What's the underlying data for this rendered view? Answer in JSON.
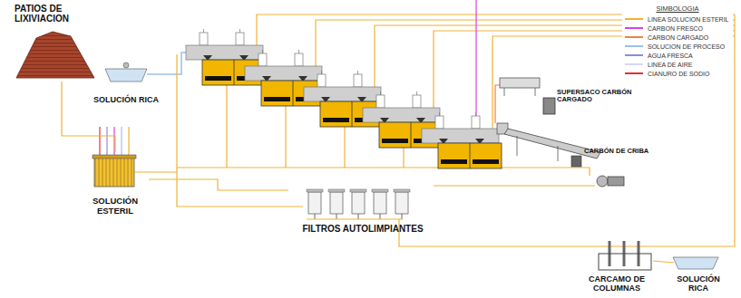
{
  "diagram": {
    "nodes": [
      {
        "text": [
          "PATIOS DE LIXIVIACION"
        ]
      },
      {
        "text": [
          "SOLUCIÓN RICA"
        ]
      },
      {
        "text": [
          "SOLUCIÓN ESTERIL"
        ]
      },
      {
        "text": [
          "FILTROS AUTOLIMPIANTES"
        ]
      },
      {
        "text": [
          "SUPERSACO CARBÓN CARGADO"
        ]
      },
      {
        "text": [
          "CARBÓN DE CRIBA"
        ]
      },
      {
        "text": [
          "CARCAMO DE COLUMNAS"
        ]
      },
      {
        "text": [
          "SOLUCIÓN RICA"
        ]
      }
    ],
    "edges": [
      {
        "from": 2,
        "to": 0,
        "arrow": "none"
      },
      {
        "from": 3,
        "to": 2,
        "arrow": "none"
      },
      {
        "from": 6,
        "to": 7,
        "arrow": "none"
      }
    ],
    "labels": [
      "SIMBOLOGIA"
    ],
    "legend": [
      {
        "text": "LINEA SOLUCION ESTERIL",
        "color": "#f2b134"
      },
      {
        "text": "CARBON FRESCO",
        "color": "#e040e0"
      },
      {
        "text": "CARBON CARGADO",
        "color": "#f08040"
      },
      {
        "text": "SOLUCION DE PROCESO",
        "color": "#9cc0e8"
      },
      {
        "text": "AGUA FRESCA",
        "color": "#8c8cd8"
      },
      {
        "text": "LINEA DE AIRE",
        "color": "#d8d8ec"
      },
      {
        "text": "CIANURO DE SODIO",
        "color": "#e03030"
      }
    ]
  }
}
